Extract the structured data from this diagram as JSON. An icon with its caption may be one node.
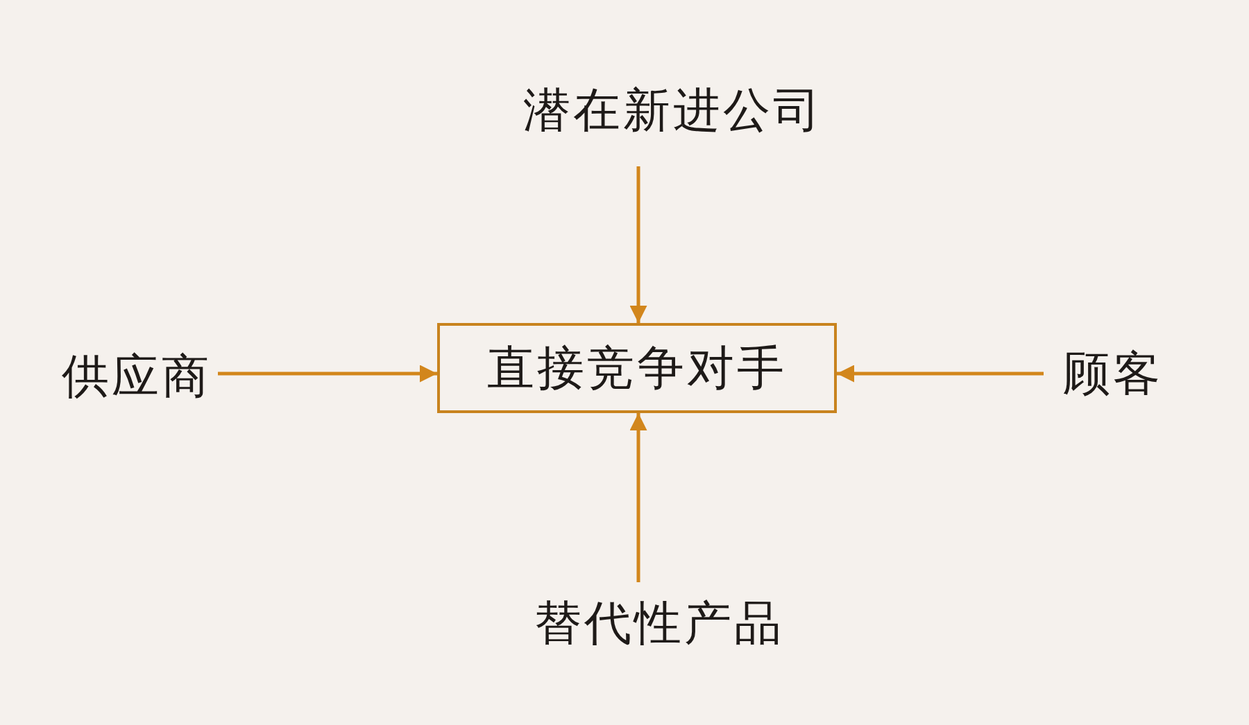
{
  "diagram": {
    "nodes": [
      {
        "text": [
          "潜在新进公司"
        ]
      },
      {
        "text": [
          "供应商"
        ]
      },
      {
        "text": [
          "直接竞争对手"
        ]
      },
      {
        "text": [
          "顾客"
        ]
      },
      {
        "text": [
          "替代性产品"
        ]
      }
    ],
    "edges": [
      {
        "from": 0,
        "to": 2,
        "arrow": "to"
      },
      {
        "from": 1,
        "to": 2,
        "arrow": "to"
      },
      {
        "from": 3,
        "to": 2,
        "arrow": "to"
      },
      {
        "from": 4,
        "to": 2,
        "arrow": "to"
      }
    ]
  }
}
